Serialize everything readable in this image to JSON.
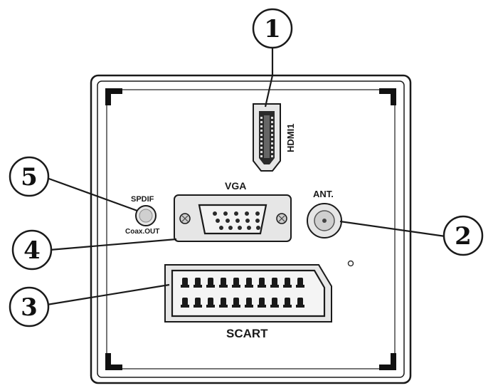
{
  "callouts": [
    {
      "number": "1"
    },
    {
      "number": "2"
    },
    {
      "number": "3"
    },
    {
      "number": "4"
    },
    {
      "number": "5"
    }
  ],
  "ports": {
    "hdmi": {
      "label": "HDMI1"
    },
    "vga": {
      "label": "VGA"
    },
    "antenna": {
      "label": "ANT."
    },
    "spdif": {
      "label_top": "SPDIF",
      "label_bottom": "Coax.OUT"
    },
    "scart": {
      "label": "SCART"
    }
  },
  "colors": {
    "outline": "#1a1a1a",
    "port_fill": "#e6e6e6",
    "port_dark": "#2a2a2a"
  }
}
